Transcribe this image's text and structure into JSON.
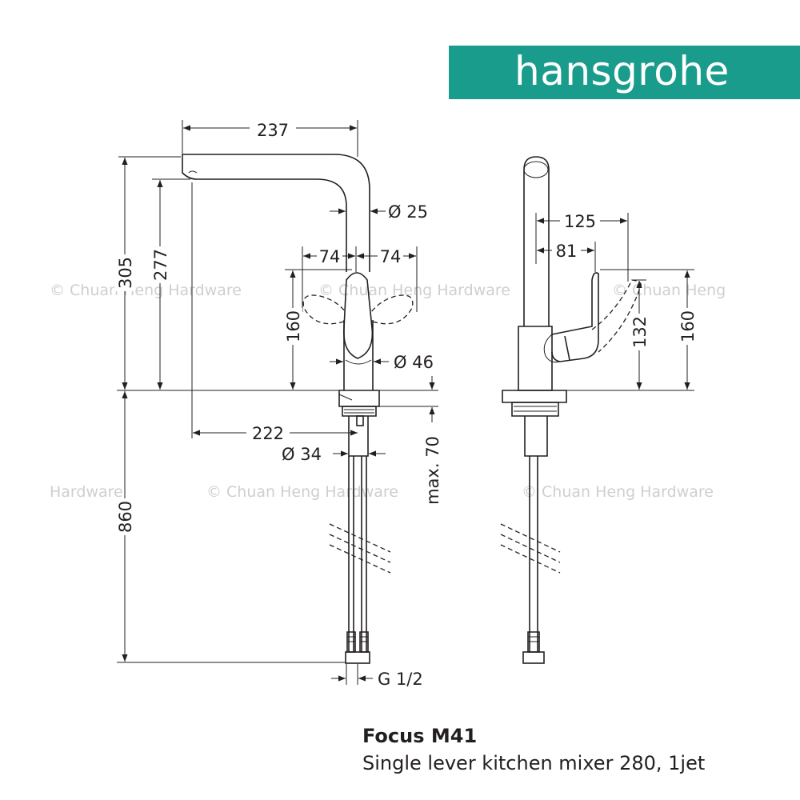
{
  "brand": {
    "name": "hansgrohe",
    "color": "#1a9c8c"
  },
  "watermark": "© Chuan Heng Hardware",
  "watermark_partial": {
    "left": "Hardware",
    "right": "© Chuan Heng"
  },
  "dimensions": {
    "spout_reach_top": "237",
    "spout_diameter": "Ø 25",
    "lever_left": "74",
    "lever_right": "74",
    "lever_height": "160",
    "height_total": "305",
    "outlet_height": "277",
    "body_diameter": "Ø 46",
    "spout_reach": "222",
    "shank_diameter": "Ø 34",
    "max_deck": "max. 70",
    "hose_length": "860",
    "connection": "G 1/2",
    "side_lever_reach": "125",
    "side_lever_offset": "81",
    "side_height_132": "132",
    "side_height_160": "160"
  },
  "caption": {
    "name": "Focus M41",
    "description": "Single lever kitchen mixer 280, 1jet"
  }
}
